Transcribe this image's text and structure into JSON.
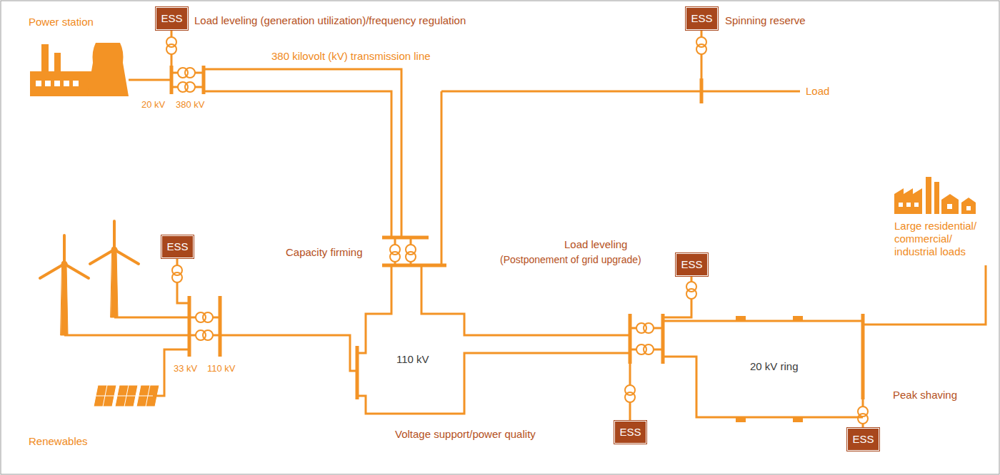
{
  "diagram": {
    "nodes": [
      {
        "text": [
          "ESS"
        ]
      },
      {
        "text": [
          "ESS"
        ]
      },
      {
        "text": [
          "ESS"
        ]
      },
      {
        "text": [
          "ESS"
        ]
      },
      {
        "text": [
          "ESS"
        ]
      },
      {
        "text": [
          "ESS"
        ]
      }
    ],
    "labels": [
      "Power station",
      "Load leveling (generation utilization)/frequency regulation",
      "380 kilovolt (kV) transmission line",
      "Spinning reserve",
      "Load",
      "20 kV",
      "380 kV",
      "Large residential/ commercial/ industrial loads",
      "Capacity firming",
      "Load leveling",
      "(Postponement of grid upgrade)",
      "110 kV",
      "33 kV",
      "110 kV",
      "20 kV ring",
      "Peak shaving",
      "Renewables",
      "Voltage support/power quality"
    ]
  }
}
